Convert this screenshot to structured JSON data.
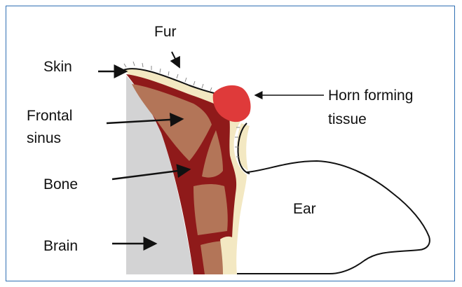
{
  "labels": {
    "fur": "Fur",
    "skin": "Skin",
    "frontal_line1": "Frontal",
    "frontal_line2": "sinus",
    "bone": "Bone",
    "brain": "Brain",
    "horn_line1": "Horn forming",
    "horn_line2": "tissue",
    "ear": "Ear"
  },
  "colors": {
    "frame_border": "#2f6fb3",
    "brain": "#d3d3d4",
    "bone": "#8f1a1a",
    "sinus": "#b37558",
    "skin": "#f3e8c2",
    "horn_tissue": "#df3a3a",
    "outline": "#111111"
  }
}
